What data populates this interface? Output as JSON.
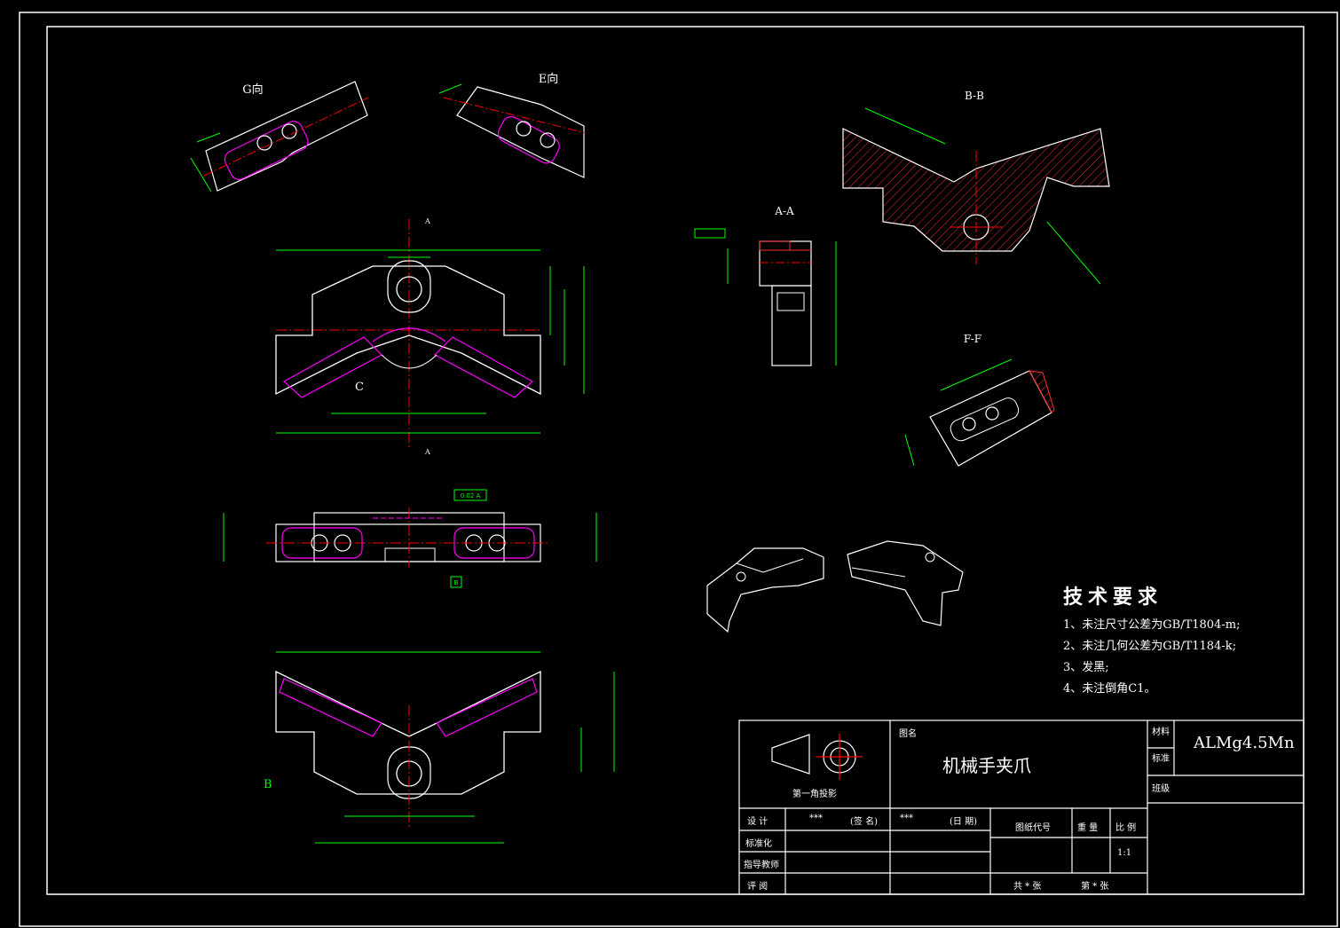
{
  "colors": {
    "background": "#000000",
    "outline": "#ffffff",
    "dimension": "#00ff00",
    "hidden": "#ff00ff",
    "center": "#ff0000",
    "hatch": "#ff3030"
  },
  "views": {
    "g_view_label": "G向",
    "e_view_label": "E向",
    "bb_section_label": "B-B",
    "aa_section_label": "A-A",
    "ff_section_label": "F-F",
    "section_mark_a": "A",
    "direction_c": "C",
    "direction_b": "B",
    "tolerance_frame": "0.02 A",
    "datum_b": "B"
  },
  "tech_requirements": {
    "heading": "技术要求",
    "items": [
      "1、未注尺寸公差为GB/T1804-m;",
      "2、未注几何公差为GB/T1184-k;",
      "3、发黑;",
      "4、未注倒角C1。"
    ]
  },
  "title_block": {
    "projection_label": "第一角投影",
    "drawing_name_label": "图名",
    "drawing_name": "机械手夹爪",
    "material_label": "材料",
    "material_value": "ALMg4.5Mn",
    "standard_label": "标准",
    "class_label": "班级",
    "design_label": "设  计",
    "designer_value": "***",
    "signature_label": "(签 名)",
    "date_value": "***",
    "date_label": "(日 期)",
    "drawing_code_label": "图纸代号",
    "weight_label": "重 量",
    "scale_label": "比 例",
    "scale_value": "1:1",
    "standardization_label": "标准化",
    "instructor_label": "指导教师",
    "review_label": "评  阅",
    "sheet_total": "共 * 张",
    "sheet_no": "第 * 张"
  }
}
